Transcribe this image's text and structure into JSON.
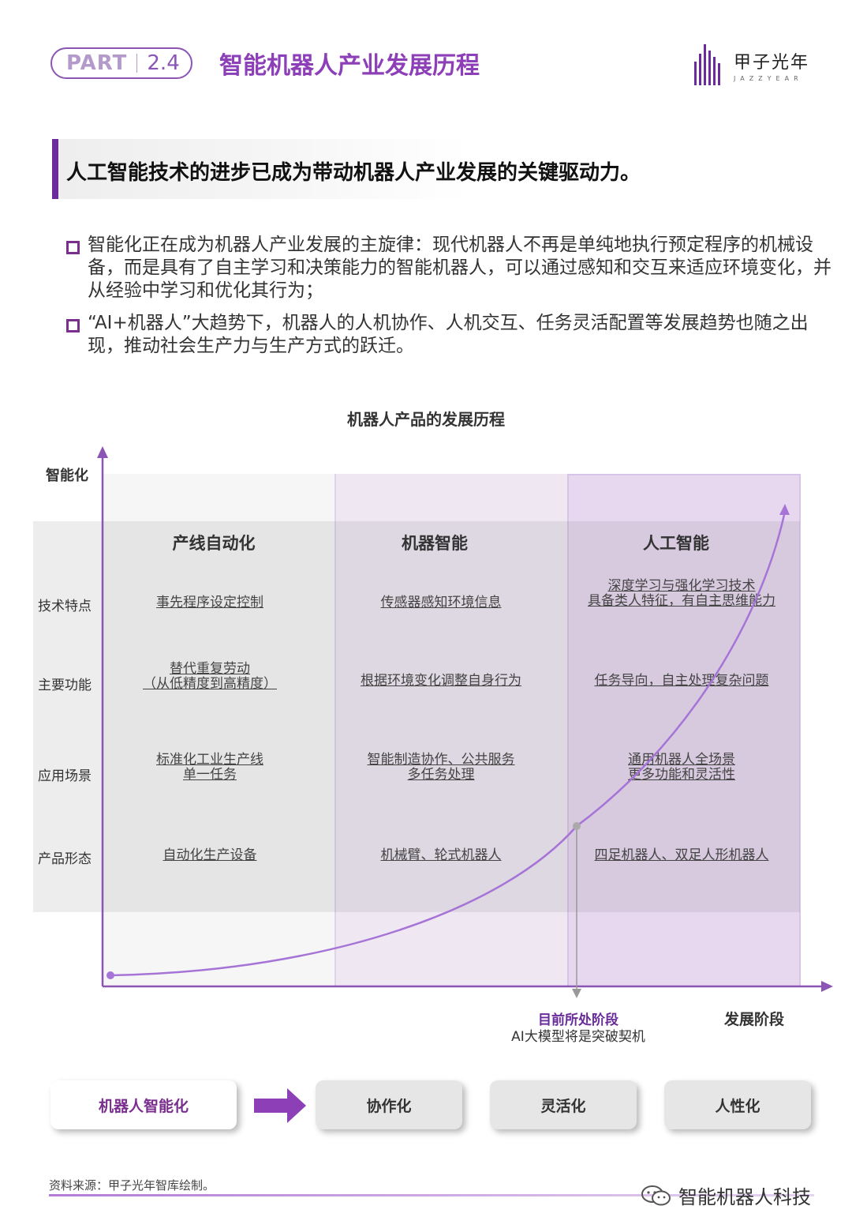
{
  "header": {
    "part_label": "PART",
    "part_number": "2.4",
    "title": "智能机器人产业发展历程",
    "logo_cn": "甲子光年",
    "logo_en": "JAZZYEAR"
  },
  "headline": "人工智能技术的进步已成为带动机器人产业发展的关键驱动力。",
  "bullets": [
    "智能化正在成为机器人产业发展的主旋律：现代机器人不再是单纯地执行预定程序的机械设备，而是具有了自主学习和决策能力的智能机器人，可以通过感知和交互来适应环境变化，并从经验中学习和优化其行为；",
    "“AI+机器人”大趋势下，机器人的人机协作、人机交互、任务灵活配置等发展趋势也随之出现，推动社会生产力与生产方式的跃迁。"
  ],
  "chart": {
    "title": "机器人产品的发展历程",
    "y_axis_label": "智能化",
    "x_axis_label": "发展阶段",
    "columns": [
      {
        "header": "产线自动化",
        "tech": [
          "事先程序设定控制"
        ],
        "function": [
          "替代重复劳动",
          "（从低精度到高精度）"
        ],
        "scene": [
          "标准化工业生产线",
          "单一任务"
        ],
        "form": [
          "自动化生产设备"
        ]
      },
      {
        "header": "机器智能",
        "tech": [
          "传感器感知环境信息"
        ],
        "function": [
          "根据环境变化调整自身行为"
        ],
        "scene": [
          "智能制造协作、公共服务",
          "多任务处理"
        ],
        "form": [
          "机械臂、轮式机器人"
        ]
      },
      {
        "header": "人工智能",
        "tech": [
          "深度学习与强化学习技术",
          "具备类人特征，有自主思维能力"
        ],
        "function": [
          "任务导向，自主处理复杂问题"
        ],
        "scene": [
          "通用机器人全场景",
          "更多功能和灵活性"
        ],
        "form": [
          "四足机器人、双足人形机器人"
        ]
      }
    ],
    "row_labels": {
      "tech": "技术特点",
      "function": "主要功能",
      "scene": "应用场景",
      "form": "产品形态"
    },
    "current_stage": {
      "title": "目前所处阶段",
      "desc": "AI大模型将是突破契机"
    }
  },
  "flow": {
    "start": "机器人智能化",
    "steps": [
      "协作化",
      "灵活化",
      "人性化"
    ]
  },
  "footer": {
    "source": "资料来源：甲子光年智库绘制。",
    "brand": "智能机器人科技"
  },
  "colors": {
    "brand_purple": "#6a2c9a",
    "title_purple": "#8c3fb7",
    "curve": "#a574d6"
  }
}
